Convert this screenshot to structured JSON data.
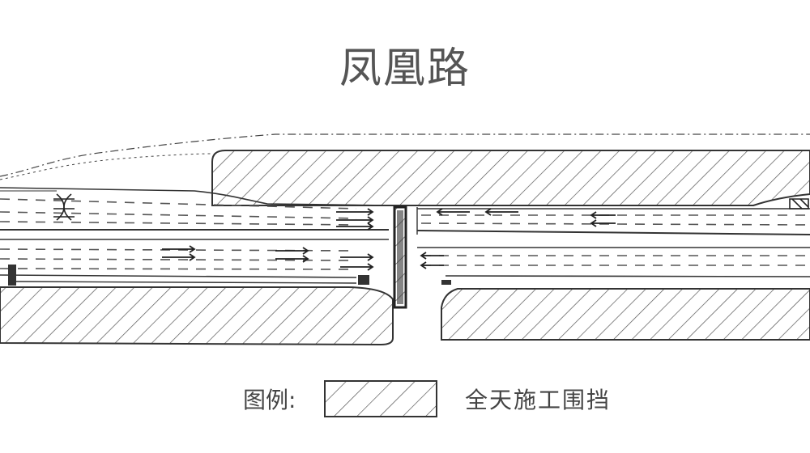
{
  "title": "凤凰路",
  "legend": {
    "label": "图例:",
    "items": [
      {
        "text": "全天施工围挡",
        "pattern": "diagonal-hatch"
      }
    ]
  },
  "colors": {
    "line": "#3a3a3a",
    "hatch": "#555555",
    "background": "#ffffff"
  }
}
